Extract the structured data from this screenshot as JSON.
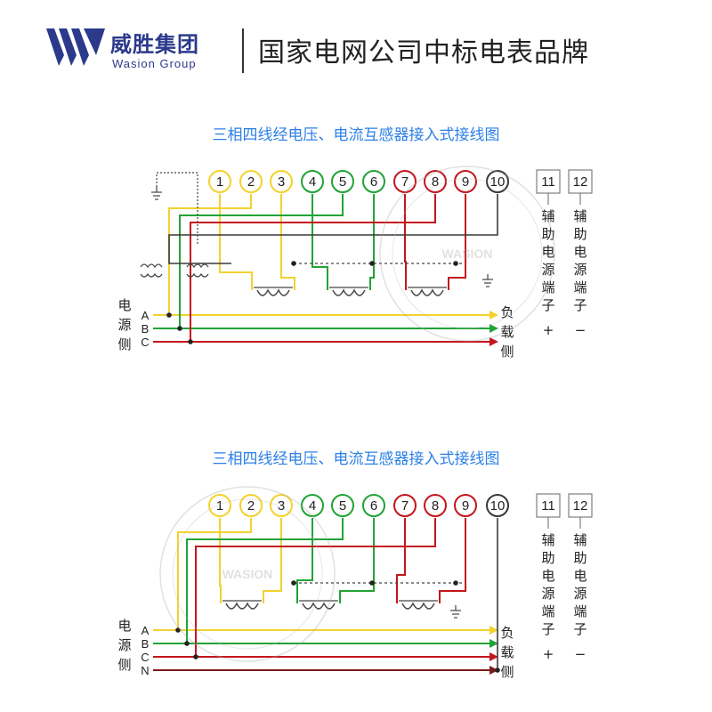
{
  "header": {
    "brand_cn": "威胜集团",
    "brand_en": "Wasion Group",
    "slogan": "国家电网公司中标电表品牌"
  },
  "colors": {
    "yellow": "#f2d22e",
    "green": "#21a336",
    "red": "#c4161c",
    "dark": "#3a3a3a",
    "title_blue": "#2b7fe6",
    "brand_navy": "#2c3a8c"
  },
  "watermark": {
    "logo_text": "WASION"
  },
  "diagrams": [
    {
      "title": "三相四线经电压、电流互感器接入式接线图",
      "terminals": [
        {
          "id": "1",
          "color": "yellow"
        },
        {
          "id": "2",
          "color": "yellow"
        },
        {
          "id": "3",
          "color": "yellow"
        },
        {
          "id": "4",
          "color": "green"
        },
        {
          "id": "5",
          "color": "green"
        },
        {
          "id": "6",
          "color": "green"
        },
        {
          "id": "7",
          "color": "red"
        },
        {
          "id": "8",
          "color": "red"
        },
        {
          "id": "9",
          "color": "red"
        },
        {
          "id": "10",
          "color": "dark"
        }
      ],
      "aux_terminals": [
        "11",
        "12"
      ],
      "aux_labels": [
        "辅助电源端子",
        "辅助电源端子"
      ],
      "aux_signs": [
        "+",
        "−"
      ],
      "source_label": "电源侧",
      "load_label": "负载侧",
      "phases": [
        "A",
        "B",
        "C"
      ]
    },
    {
      "title": "三相四线经电压、电流互感器接入式接线图",
      "terminals": [
        {
          "id": "1",
          "color": "yellow"
        },
        {
          "id": "2",
          "color": "yellow"
        },
        {
          "id": "3",
          "color": "yellow"
        },
        {
          "id": "4",
          "color": "green"
        },
        {
          "id": "5",
          "color": "green"
        },
        {
          "id": "6",
          "color": "green"
        },
        {
          "id": "7",
          "color": "red"
        },
        {
          "id": "8",
          "color": "red"
        },
        {
          "id": "9",
          "color": "red"
        },
        {
          "id": "10",
          "color": "dark"
        }
      ],
      "aux_terminals": [
        "11",
        "12"
      ],
      "aux_labels": [
        "辅助电源端子",
        "辅助电源端子"
      ],
      "aux_signs": [
        "+",
        "−"
      ],
      "source_label": "电源侧",
      "load_label": "负载侧",
      "phases": [
        "A",
        "B",
        "C",
        "N"
      ]
    }
  ]
}
